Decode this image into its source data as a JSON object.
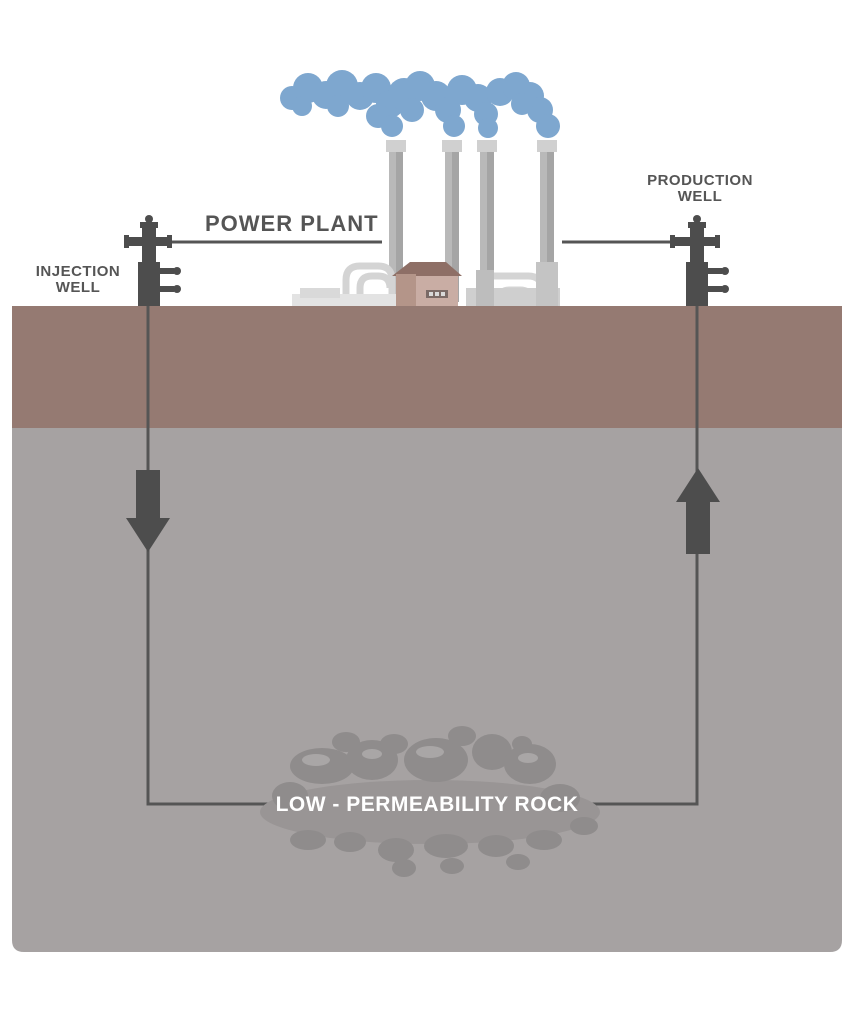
{
  "labels": {
    "power_plant": "POWER PLANT",
    "injection_well": [
      "INJECTION",
      "WELL"
    ],
    "production_well": [
      "PRODUCTION",
      "WELL"
    ],
    "rock": "LOW - PERMEABILITY ROCK"
  },
  "colors": {
    "sky": "#ffffff",
    "topsoil": "#957a72",
    "bedrock": "#a6a2a2",
    "steam": "#7ea7cf",
    "well_dark": "#4d4d4d",
    "chimney": "#b9b9b9",
    "building": "#c9ada4",
    "rock": "#8f8c8c"
  },
  "icons": [
    "steam-cloud-icon",
    "wellhead-icon",
    "down-arrow-icon",
    "up-arrow-icon",
    "rock-pile-icon"
  ]
}
